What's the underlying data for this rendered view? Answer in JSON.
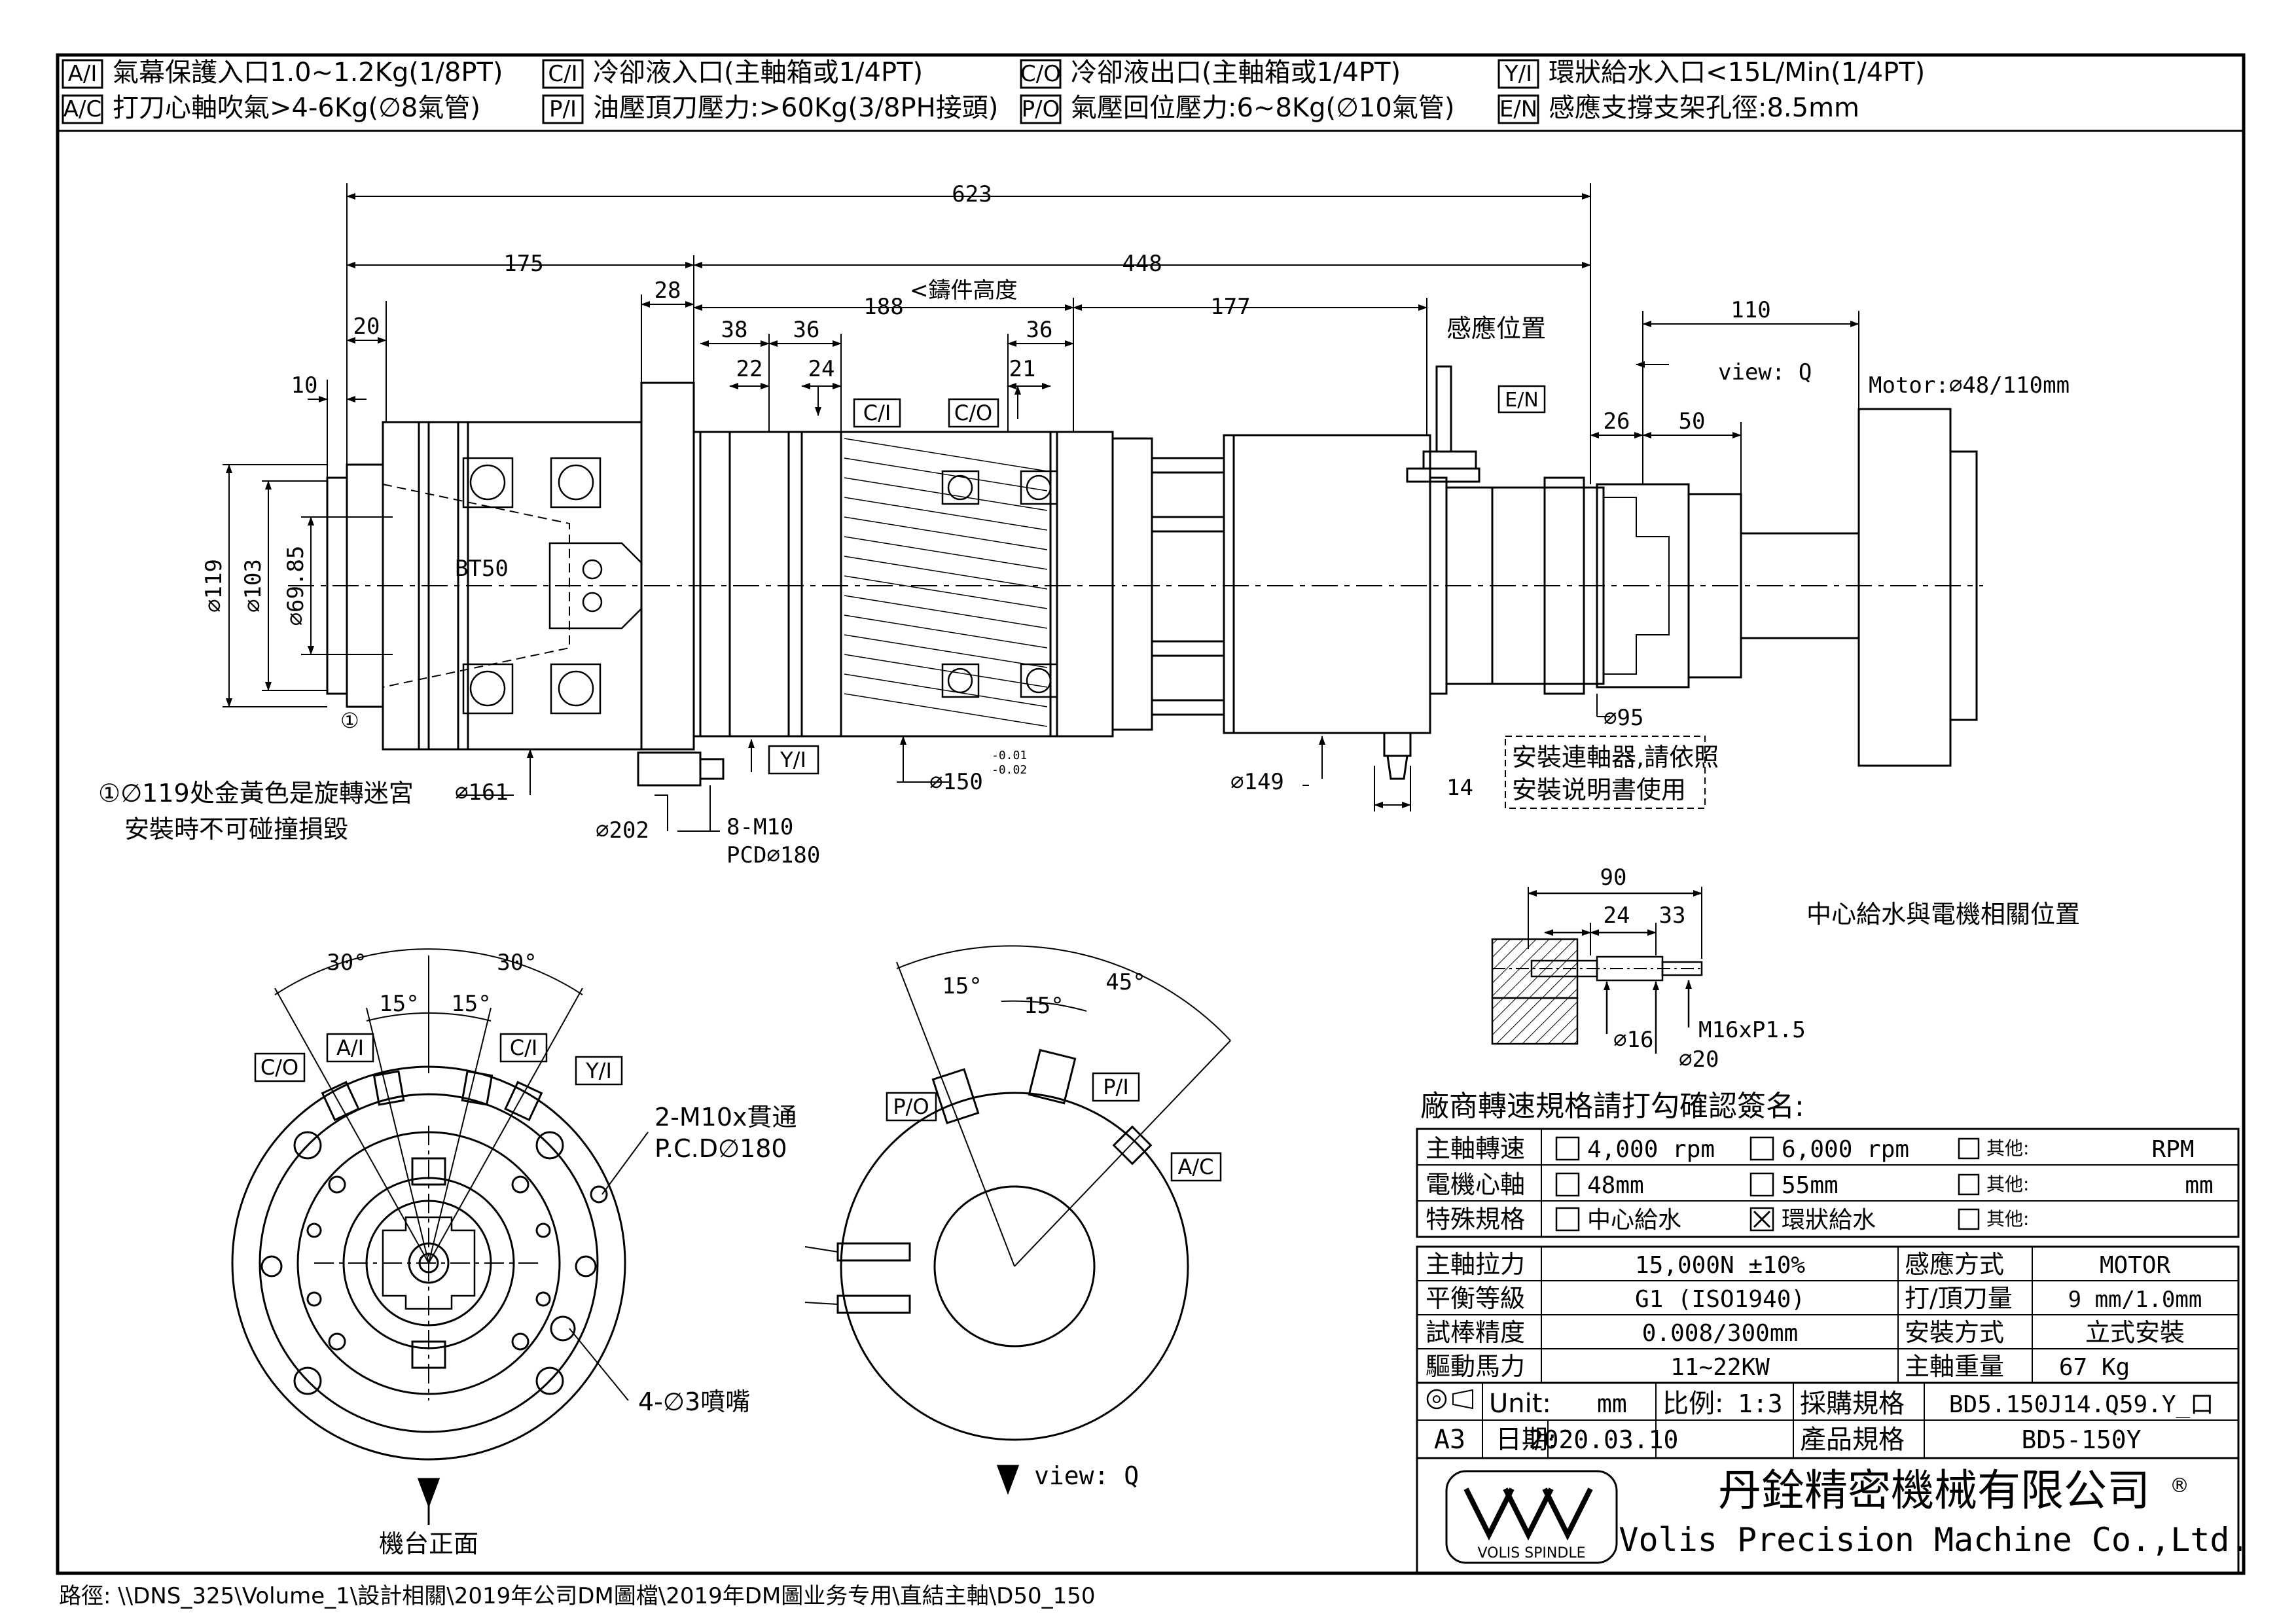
{
  "header": {
    "rows": [
      [
        {
          "tag": "A/I",
          "text": "氣幕保護入口1.0~1.2Kg(1/8PT)"
        },
        {
          "tag": "C/I",
          "text": "冷卻液入口(主軸箱或1/4PT)"
        },
        {
          "tag": "C/O",
          "text": "冷卻液出口(主軸箱或1/4PT)"
        },
        {
          "tag": "Y/I",
          "text": "環狀給水入口<15L/Min(1/4PT)"
        }
      ],
      [
        {
          "tag": "A/C",
          "text": "打刀心軸吹氣>4-6Kg(∅8氣管)"
        },
        {
          "tag": "P/I",
          "text": "油壓頂刀壓力:>60Kg(3/8PH接頭)"
        },
        {
          "tag": "P/O",
          "text": "氣壓回位壓力:6~8Kg(∅10氣管)"
        },
        {
          "tag": "E/N",
          "text": "感應支撐支架孔徑:8.5mm"
        }
      ]
    ]
  },
  "dims": {
    "overall": "623",
    "d175": "175",
    "d448": "448",
    "d28": "28",
    "d188": "188",
    "casting": "<鑄件高度",
    "d177": "177",
    "d38": "38",
    "d36a": "36",
    "d36b": "36",
    "d22": "22",
    "d24": "24",
    "d21": "21",
    "d20": "20",
    "d10": "10",
    "d110": "110",
    "d26": "26",
    "d50": "50",
    "dia119": "∅119",
    "dia103": "∅103",
    "dia6985": "∅69.85",
    "dia161": "∅161",
    "dia202": "∅202",
    "dia150": "∅150",
    "tol_up": "-0.01",
    "tol_low": "-0.02",
    "dia149": "∅149",
    "d14": "14",
    "dia95": "∅95",
    "bolts_a": "8-M10",
    "bolts_b": "PCD∅180",
    "bt50": "BT50",
    "circle1": "①",
    "sensor_pos": "感應位置",
    "view_q_arrow": "view: Q",
    "motor": "Motor:∅48/110mm",
    "label_ci": "C/I",
    "label_co": "C/O",
    "label_yi": "Y/I",
    "label_en": "E/N"
  },
  "notes": {
    "coupling_1": "安裝連軸器,請依照",
    "coupling_2": "安裝说明書使用",
    "golden_1": "①∅119处金黃色是旋轉迷宮",
    "golden_2": "安裝時不可碰撞損毀"
  },
  "front_view": {
    "ang30a": "30°",
    "ang30b": "30°",
    "ang15a": "15°",
    "ang15b": "15°",
    "ports": [
      "C/O",
      "A/I",
      "C/I",
      "Y/I"
    ],
    "holes_a": "2-M10x貫通",
    "holes_b": "P.C.D∅180",
    "nozzle": "4-∅3噴嘴",
    "table_front": "機台正面"
  },
  "rear_view": {
    "ang15a": "15°",
    "ang15b": "15°",
    "ang45": "45°",
    "ports": [
      "P/O",
      "P/I",
      "A/C"
    ],
    "view_label": "view: Q"
  },
  "detail": {
    "d90": "90",
    "d24": "24",
    "d33": "33",
    "dia16": "∅16",
    "dia20": "∅20",
    "thread": "M16xP1.5",
    "title": "中心給水與電機相關位置"
  },
  "spec": {
    "heading": "廠商轉速規格請打勾確認簽名:",
    "check_rows": [
      {
        "label": "主軸轉速",
        "opt1": "4,000 rpm",
        "opt1_checked": false,
        "opt2": "6,000 rpm",
        "opt2_checked": false,
        "other": "其他:",
        "unit": "RPM"
      },
      {
        "label": "電機心軸",
        "opt1": "48mm",
        "opt1_checked": false,
        "opt2": "55mm",
        "opt2_checked": false,
        "other": "其他:",
        "unit": "mm"
      },
      {
        "label": "特殊規格",
        "opt1": "中心給水",
        "opt1_checked": false,
        "opt2": "環狀給水",
        "opt2_checked": true,
        "other": "其他:",
        "unit": ""
      }
    ],
    "rows": [
      {
        "l1": "主軸拉力",
        "v1": "15,000N ±10%",
        "l2": "感應方式",
        "v2": "MOTOR"
      },
      {
        "l1": "平衡等級",
        "v1": "G1   (ISO1940)",
        "l2": "打/頂刀量",
        "v2": "9 mm/1.0mm"
      },
      {
        "l1": "試棒精度",
        "v1": "0.008/300mm",
        "l2": "安裝方式",
        "v2": "立式安裝"
      },
      {
        "l1": "驅動馬力",
        "v1": "11~22KW",
        "l2": "主軸重量",
        "v2": "67 Kg"
      }
    ],
    "unit_label": "Unit:",
    "unit_value": "mm",
    "scale_label": "比例:",
    "scale_value": "1:3",
    "purchase_label": "採購規格",
    "purchase_value": "BD5.150J14.Q59.Y_口",
    "sheet": "A3",
    "date_label": "日期:",
    "date_value": "2020.03.10",
    "product_label": "產品規格",
    "product_value": "BD5-150Y"
  },
  "company": {
    "name_cn": "丹銓精密機械有限公司",
    "registered": "®",
    "name_en": "Volis Precision Machine Co.,Ltd.",
    "logo_text": "VOLIS SPINDLE"
  },
  "footer": {
    "path": "路徑: \\\\DNS_325\\Volume_1\\設計相關\\2019年公司DM圖檔\\2019年DM圖业务专用\\直結主軸\\D50_150"
  }
}
